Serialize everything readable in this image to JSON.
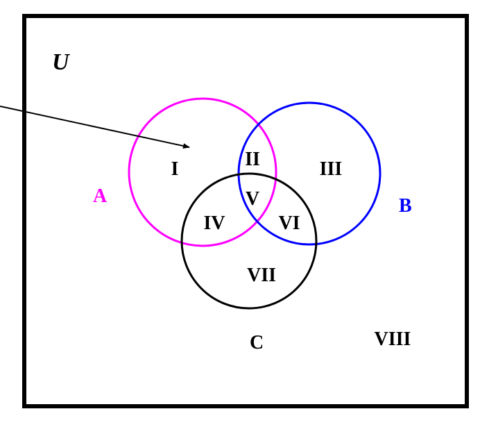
{
  "universe_label": "U",
  "sets": [
    {
      "name": "A",
      "color": "#ff00ff"
    },
    {
      "name": "B",
      "color": "#0000ff"
    },
    {
      "name": "C",
      "color": "#000000"
    }
  ],
  "regions": [
    "I",
    "II",
    "III",
    "IV",
    "V",
    "VI",
    "VII",
    "VIII"
  ]
}
